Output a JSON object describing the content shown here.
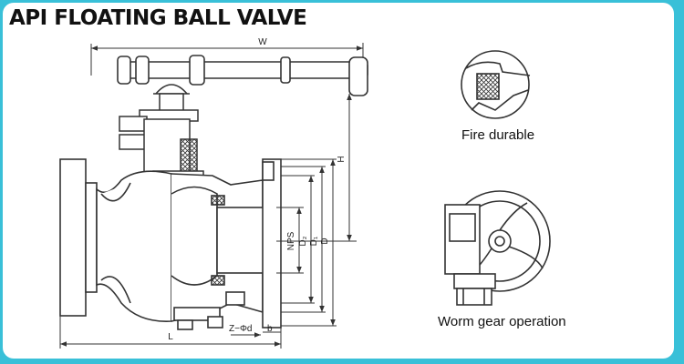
{
  "title": "API FLOATING BALL VALVE",
  "dimensions": {
    "w": "W",
    "h": "H",
    "l": "L",
    "nps": "NPS",
    "d2": "D₂",
    "d1": "D₁",
    "d": "D",
    "z": "Z−Φd",
    "b": "b"
  },
  "callouts": {
    "fire_durable": "Fire durable",
    "worm_gear": "Worm gear operation"
  },
  "colors": {
    "frame": "#39c0d8",
    "panel": "#ffffff",
    "line": "#333333"
  }
}
